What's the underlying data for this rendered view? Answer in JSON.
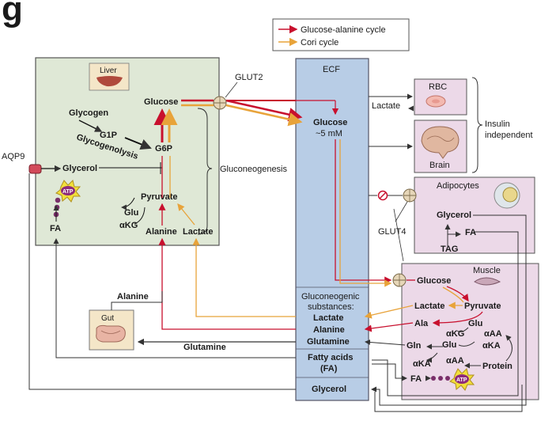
{
  "heading_fragment": "g",
  "colors": {
    "glucose_alanine": "#c8102e",
    "cori": "#e8a33a",
    "liver_bg": "#dfe8d6",
    "ecf_bg": "#b8cde6",
    "tissue_bg": "#ecd9e8",
    "label_box_bg": "#f4e6c8"
  },
  "legend": {
    "glucose_alanine": "Glucose-alanine cycle",
    "cori": "Cori cycle"
  },
  "liver": {
    "label": "Liver",
    "glycogen": "Glycogen",
    "g1p": "G1P",
    "glycogenolysis": "Glycogenolysis",
    "glucose": "Glucose",
    "g6p": "G6P",
    "glycerol": "Glycerol",
    "pyruvate": "Pyruvate",
    "glu": "Glu",
    "akg": "αKG",
    "alanine": "Alanine",
    "lactate": "Lactate",
    "fa": "FA",
    "atp": "ATP"
  },
  "labels": {
    "aqp9": "AQP9",
    "glut2": "GLUT2",
    "glut4": "GLUT4",
    "gluconeogenesis": "Gluconeogenesis",
    "insulin_independent_1": "Insulin",
    "insulin_independent_2": "independent",
    "lactate_rbc": "Lactate",
    "alanine_gut": "Alanine",
    "glutamine_gut": "Glutamine"
  },
  "ecf": {
    "label": "ECF",
    "glucose": "Glucose",
    "glucose_conc": "~5 mM",
    "gluconeogenic_1": "Gluconeogenic",
    "gluconeogenic_2": "substances:",
    "lactate": "Lactate",
    "alanine": "Alanine",
    "glutamine": "Glutamine",
    "fatty_acids": "Fatty acids",
    "fa": "(FA)",
    "glycerol": "Glycerol"
  },
  "rbc": {
    "label": "RBC"
  },
  "brain": {
    "label": "Brain"
  },
  "gut": {
    "label": "Gut"
  },
  "adipocytes": {
    "label": "Adipocytes",
    "glycerol": "Glycerol",
    "fa": "FA",
    "tag": "TAG"
  },
  "muscle": {
    "label": "Muscle",
    "glucose": "Glucose",
    "lactate": "Lactate",
    "pyruvate": "Pyruvate",
    "ala": "Ala",
    "glu": "Glu",
    "akg": "αKG",
    "aaa": "αAA",
    "glu2": "Glu",
    "aka": "αKA",
    "gln": "Gln",
    "aka2": "αKA",
    "aaa2": "αAA",
    "protein": "Protein",
    "fa": "FA",
    "atp": "ATP"
  }
}
